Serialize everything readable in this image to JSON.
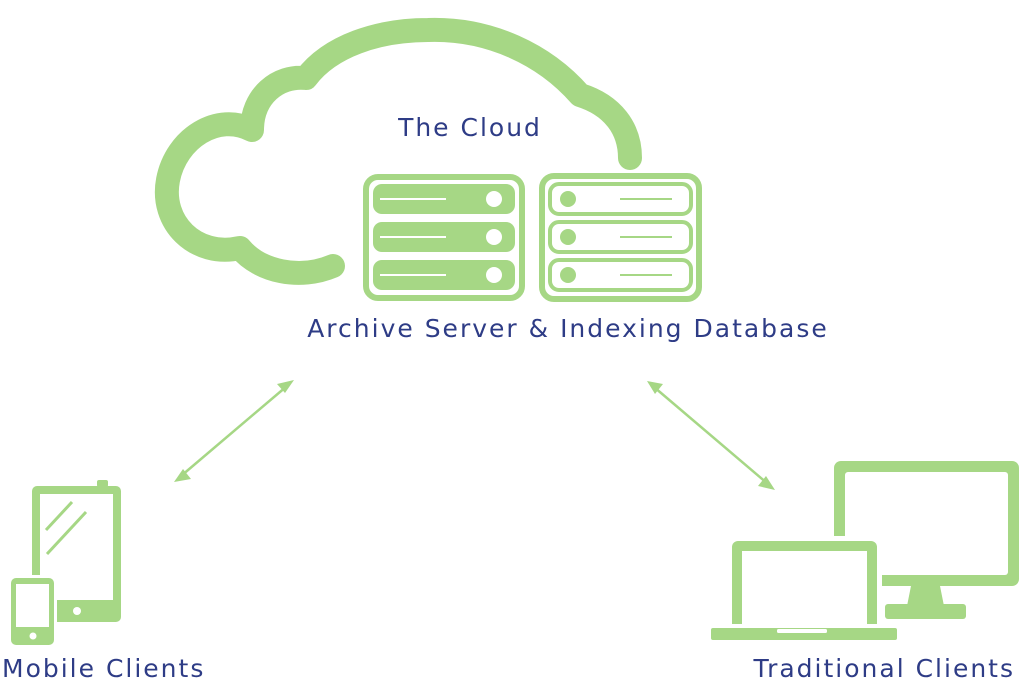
{
  "colors": {
    "accent_green": "#a6d785",
    "label_blue": "#2e3c86",
    "background": "#ffffff"
  },
  "labels": {
    "cloud": "The Cloud",
    "server": "Archive Server & Indexing Database",
    "mobile": "Mobile Clients",
    "traditional": "Traditional Clients"
  },
  "icons": {
    "cloud": "cloud-icon",
    "server_rack_left": "server-rack-icon",
    "server_rack_right": "server-rack-icon",
    "tablet": "tablet-icon",
    "phone": "phone-icon",
    "monitor": "monitor-icon",
    "laptop": "laptop-icon",
    "arrows": "double-arrow-icon"
  }
}
